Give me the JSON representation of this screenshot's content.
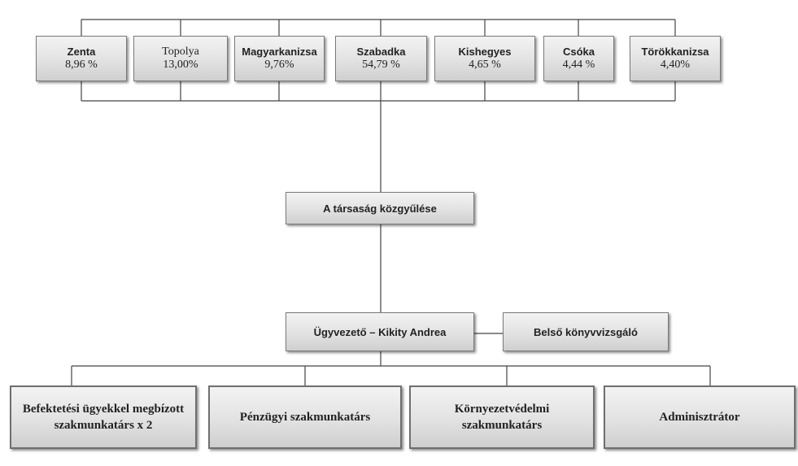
{
  "municipalities": [
    {
      "name": "Zenta",
      "pct": "8,96 %"
    },
    {
      "name": "Topolya",
      "pct": "13,00%"
    },
    {
      "name": "Magyarkanizsa",
      "pct": "9,76%"
    },
    {
      "name": "Szabadka",
      "pct": "54,79 %"
    },
    {
      "name": "Kishegyes",
      "pct": "4,65 %"
    },
    {
      "name": "Csóka",
      "pct": "4,44 %"
    },
    {
      "name": "Törökkanizsa",
      "pct": "4,40%"
    }
  ],
  "assembly": {
    "label": "A társaság közgyűlése"
  },
  "director": {
    "label": "Ügyvezető – Kikity Andrea"
  },
  "auditor": {
    "label": "Belső könyvvizsgáló"
  },
  "staff": [
    {
      "label": "Befektetési ügyekkel megbízott szakmunkatárs x 2"
    },
    {
      "label": "Pénzügyi szakmunkatárs"
    },
    {
      "label": "Környezetvédelmi szakmunkatárs"
    },
    {
      "label": "Adminisztrátor"
    }
  ]
}
